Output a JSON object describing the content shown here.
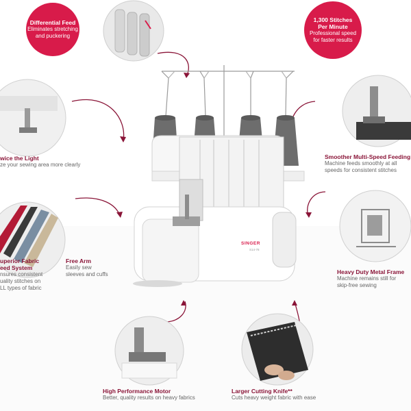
{
  "brand": {
    "name": "SINGER",
    "model": "S14-78",
    "accent": "#d81b4a",
    "title_color": "#8a1538"
  },
  "features": {
    "differential_feed": {
      "title": "Differential Feed",
      "desc1": "Eliminates stretching",
      "desc2": "and puckering"
    },
    "stitches_per_minute": {
      "title1": "1,300 Stitches",
      "title2": "Per Minute",
      "desc1": "Professional speed",
      "desc2": "for faster results"
    },
    "twice_light": {
      "title": "wice the Light",
      "desc": "ze your sewing area more clearly"
    },
    "smoother_feeding": {
      "title": "Smoother Multi-Speed Feeding",
      "desc1": "Machine feeds smoothly at all",
      "desc2": "speeds for consistent stitches"
    },
    "superior_fabric": {
      "title1": "uperior Fabric",
      "title2": "eed System",
      "desc1": "nsures consistent",
      "desc2": "uality stitches on",
      "desc3": "LL types of fabric"
    },
    "free_arm": {
      "title": "Free Arm",
      "desc1": "Easily sew",
      "desc2": "sleeves and cuffs"
    },
    "metal_frame": {
      "title": "Heavy Duty Metal Frame",
      "desc1": "Machine remains still for",
      "desc2": "skip-free sewing"
    },
    "motor": {
      "title": "High Performance Motor",
      "desc": "Better, quality results on heavy fabrics"
    },
    "knife": {
      "title": "Larger Cutting Knife**",
      "desc": "Cuts heavy weight fabric with ease"
    }
  },
  "icons": [
    "differential-feed-dials",
    "fabric-swatches",
    "sewing-foot-closeup",
    "metal-frame",
    "cutting-knife"
  ]
}
